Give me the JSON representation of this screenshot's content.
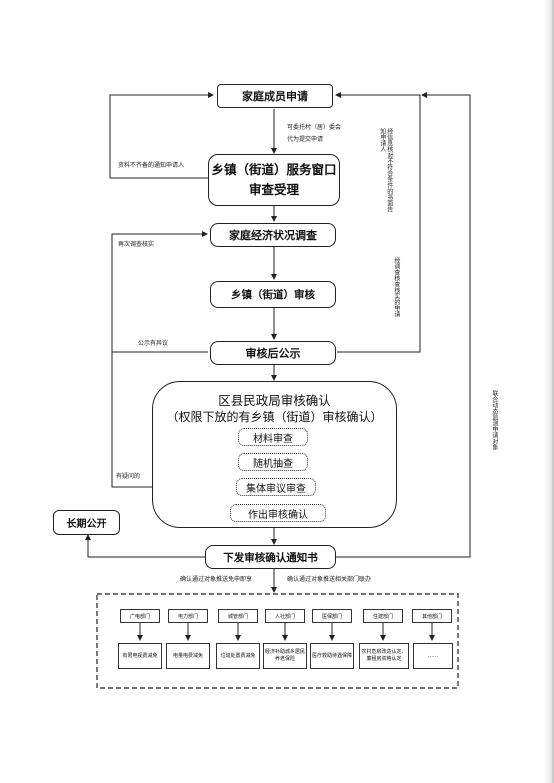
{
  "nodes": {
    "apply": "家庭成员申请",
    "window_line1": "乡镇（街道）服务窗口",
    "window_line2": "审查受理",
    "survey": "家庭经济状况调查",
    "town_review": "乡镇（街道）审核",
    "publicity": "审核后公示",
    "district_title1": "区县民政局审核确认",
    "district_title2": "（权限下放的有乡镇（街道）审核确认）",
    "material": "材料审查",
    "spot_check": "随机抽查",
    "collective": "集体审议审查",
    "final_confirm": "作出审核确认",
    "notice": "下发审核确认通知书",
    "long_term": "长期公开"
  },
  "labels": {
    "entrust": "可委托村（居）委会",
    "entrust2": "代为提交申请",
    "incomplete": "资料不齐备的通知申请人",
    "not_meet": "经信息核对不符合条件的书面告知申请人",
    "recheck": "再次调查核实",
    "finding": "经调查核查核实的申请",
    "objection": "公示有异议",
    "doubt": "有疑问的",
    "linkage": "联合动态监测申请对象",
    "exempt": "确认通过对象推送免申即享",
    "push": "确认通过对象推送相关部门联办"
  },
  "departments": [
    "广电部门",
    "电力部门",
    "城管部门",
    "人社部门",
    "医保部门",
    "住建部门",
    "其他部门"
  ],
  "results": [
    "有限电视费减免",
    "电量电费减免",
    "垃圾处置费减免",
    "经济补助城乡居民养老保险",
    "医疗救助待遇保障",
    "农村危房改造认定、廉租房资格认定",
    "……"
  ]
}
